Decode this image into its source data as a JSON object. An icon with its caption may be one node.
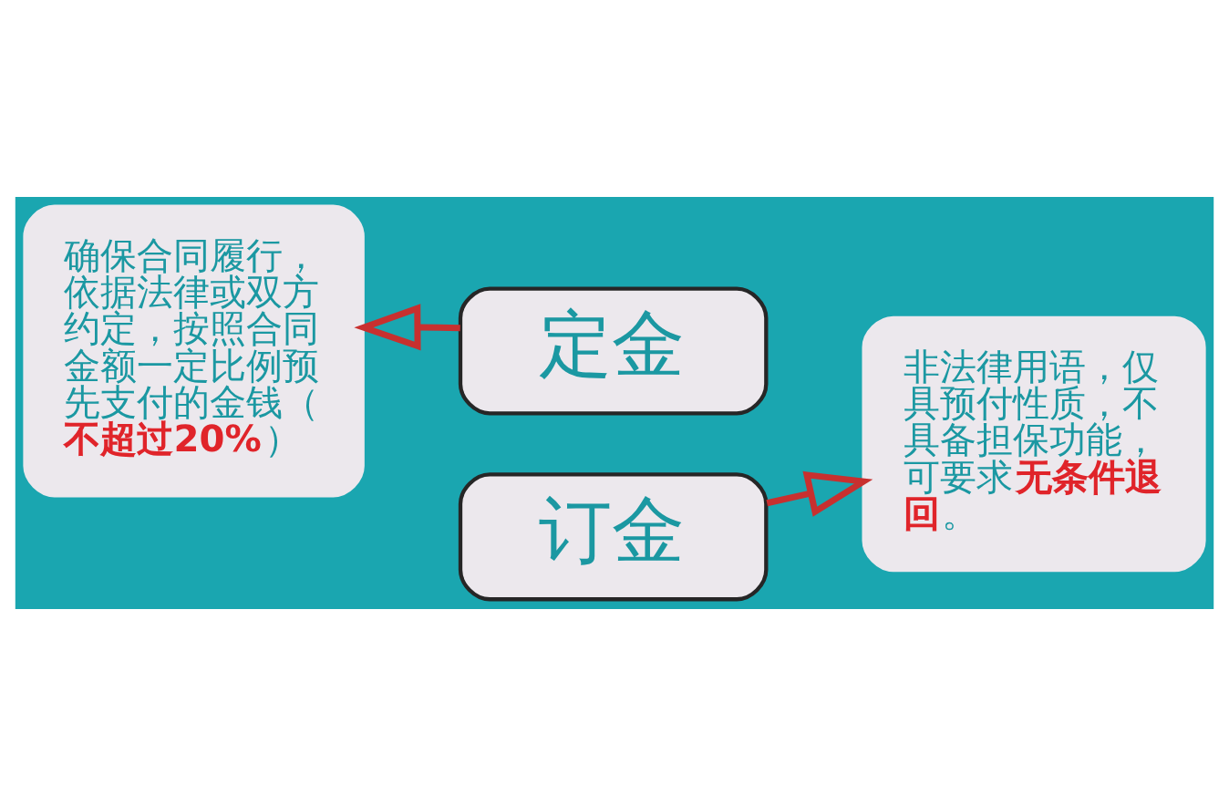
{
  "diagram": {
    "nodes": [
      {
        "text": [
          "确保合同履行，依据法律或双方约定，按照合同金额一定比例预先支付的金钱（**不超过20%**）"
        ]
      },
      {
        "text": [
          "定金"
        ]
      },
      {
        "text": [
          "订金"
        ]
      },
      {
        "text": [
          "非法律用语，仅具预付性质，不具备担保功能，可要求**无条件退回**。"
        ]
      }
    ],
    "edges": [
      {
        "from": 1,
        "to": 0,
        "arrow": "to",
        "color": "#c8302f"
      },
      {
        "from": 2,
        "to": 3,
        "arrow": "to",
        "color": "#c8302f"
      }
    ]
  }
}
